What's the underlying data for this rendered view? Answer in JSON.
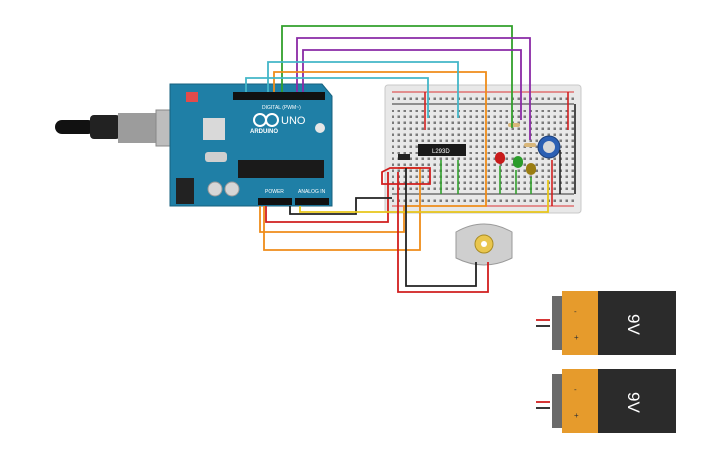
{
  "arduino": {
    "brand": "ARDUINO",
    "model": "UNO",
    "digital_label": "DIGITAL (PWM~)",
    "power_label": "POWER",
    "analog_label": "ANALOG IN"
  },
  "chip": {
    "label": "L293D"
  },
  "batteries": [
    {
      "voltage": "9V",
      "minus": "-",
      "plus": "+"
    },
    {
      "voltage": "9V",
      "minus": "-",
      "plus": "+"
    }
  ],
  "colors": {
    "board": "#1f7fa6",
    "breadboard": "#e8e8e8",
    "wire_red": "#d11f1f",
    "wire_black": "#222222",
    "wire_orange": "#ef8c1a",
    "wire_green": "#32a02c",
    "wire_purple": "#8a2aa6",
    "wire_cyan": "#43b6c8",
    "wire_yellow": "#e8c61a",
    "battery_body": "#2b2b2b",
    "battery_cap": "#e69b2c"
  }
}
